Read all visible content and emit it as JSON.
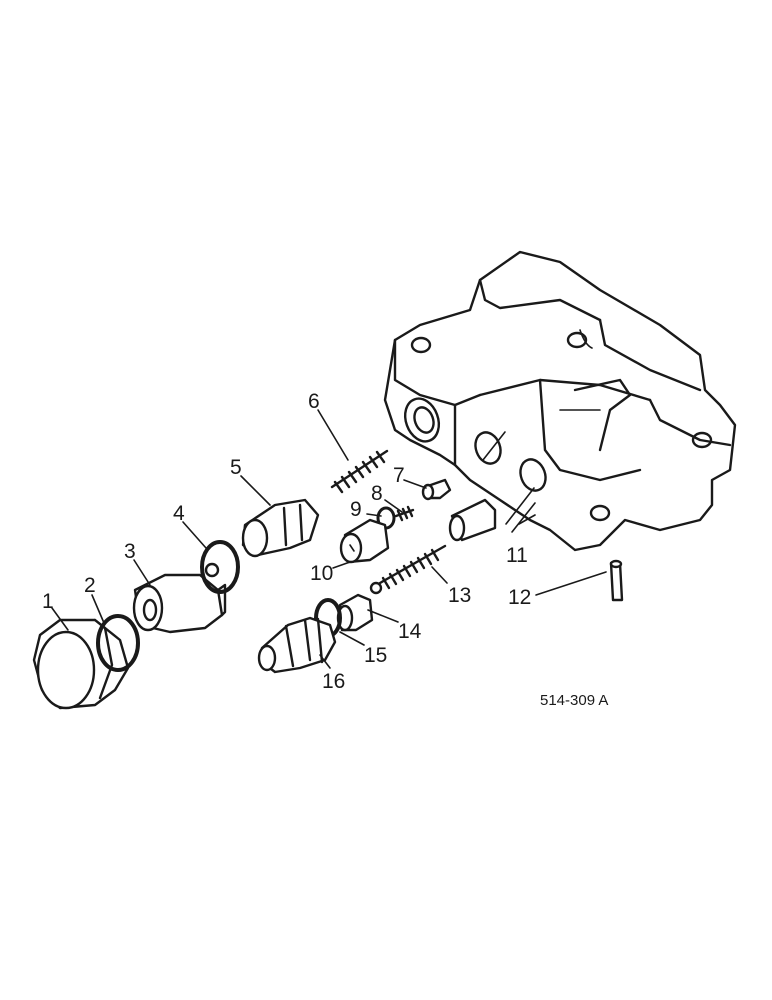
{
  "callouts": [
    "1",
    "2",
    "3",
    "4",
    "5",
    "6",
    "7",
    "8",
    "9",
    "10",
    "11",
    "12",
    "13",
    "14",
    "15",
    "16"
  ],
  "figure_code": "514-309 A"
}
